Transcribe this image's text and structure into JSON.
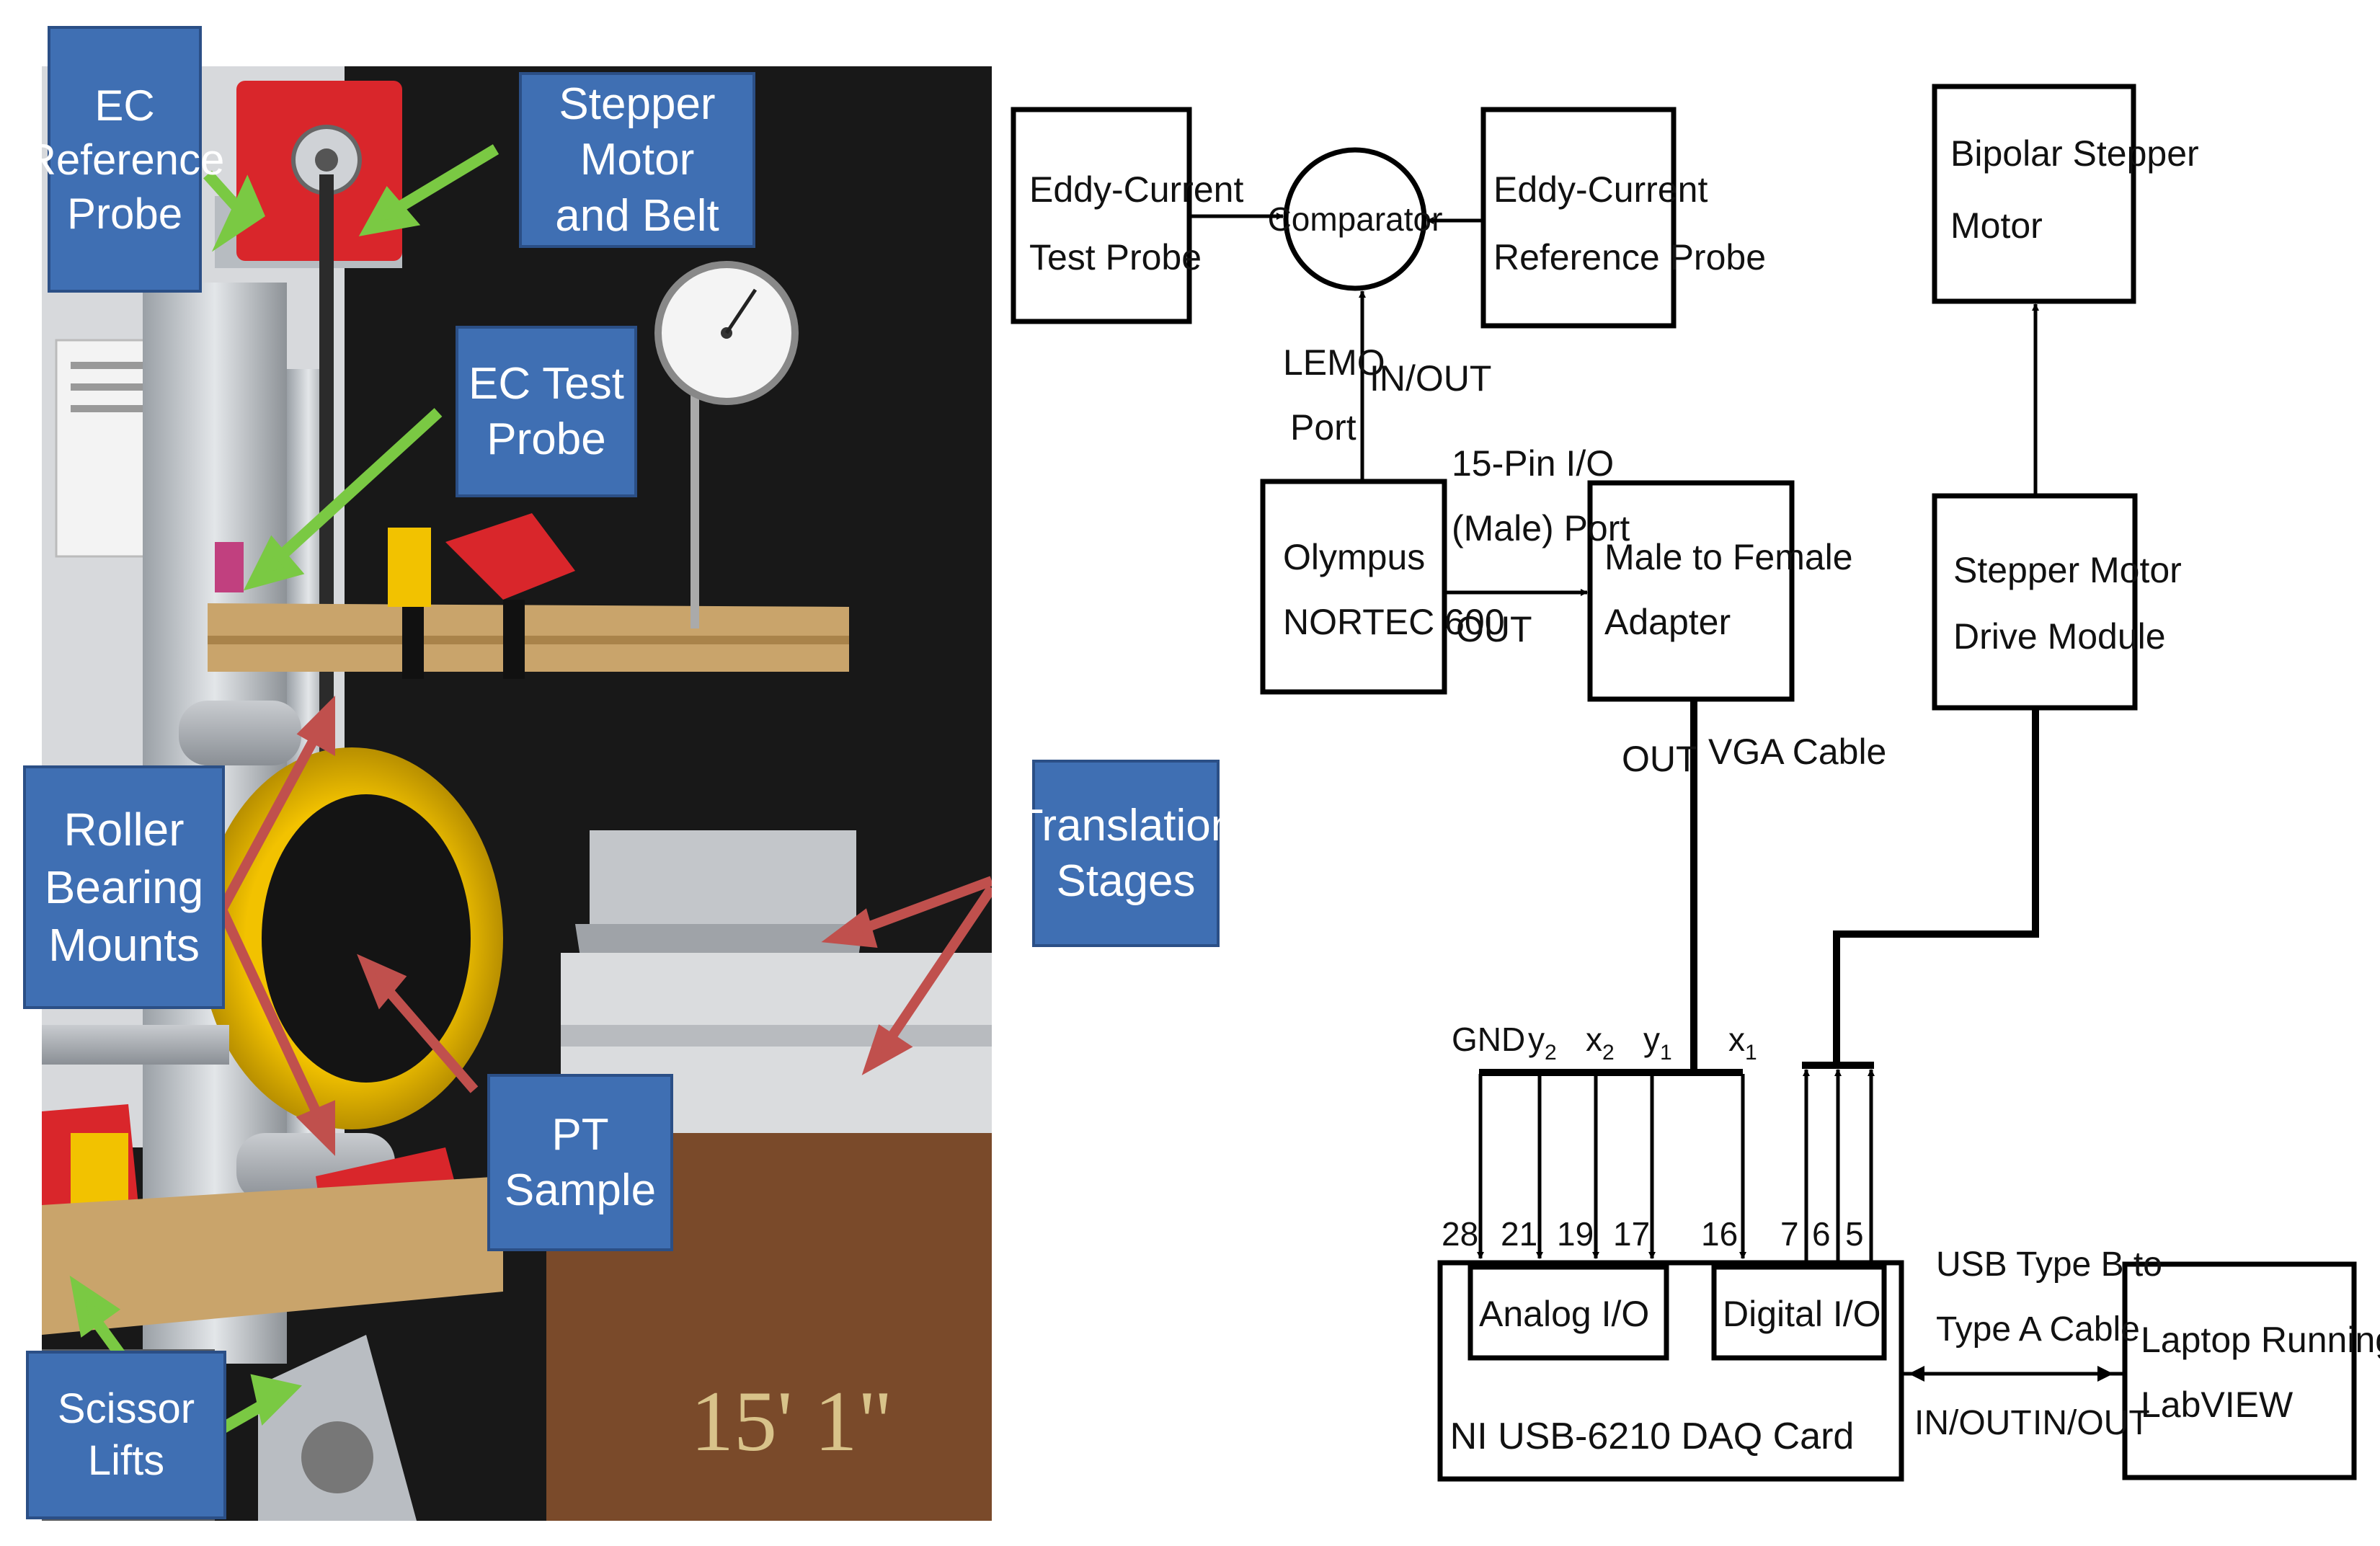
{
  "photo_callouts": {
    "ec_reference_probe": "EC\nReference\nProbe",
    "stepper_motor_belt": "Stepper Motor\nand Belt",
    "ec_test_probe": "EC Test\nProbe",
    "roller_bearing_mounts": "Roller\nBearing\nMounts",
    "translation_stages": "Translation\nStages",
    "pt_sample": "PT Sample",
    "scissor_lifts": "Scissor Lifts",
    "sample_marking": "15' 1\""
  },
  "blocks": {
    "ec_test_probe": [
      "Eddy-Current",
      "Test Probe"
    ],
    "comparator": "Comparator",
    "ec_reference_probe": [
      "Eddy-Current",
      "Reference Probe"
    ],
    "bipolar_stepper_motor": [
      "Bipolar Stepper",
      "Motor"
    ],
    "olympus": [
      "Olympus",
      "NORTEC 600"
    ],
    "adapter": [
      "Male to Female",
      "Adapter"
    ],
    "drive_module": [
      "Stepper Motor",
      "Drive Module"
    ],
    "daq_card": "NI USB-6210 DAQ Card",
    "analog_io": "Analog I/O",
    "digital_io": "Digital I/O",
    "laptop": [
      "Laptop Running",
      "LabVIEW"
    ]
  },
  "edge_labels": {
    "lemo_port": [
      "LEMO",
      "Port"
    ],
    "comparator_in_out": "IN/OUT",
    "pin_io_port": [
      "15-Pin I/O",
      "(Male) Port"
    ],
    "olympus_out": "OUT",
    "adapter_out": "OUT",
    "vga_cable": "VGA Cable",
    "usb_cable": [
      "USB Type B to",
      "Type A Cable"
    ],
    "daq_in_out": "IN/OUT",
    "laptop_in_out": "IN/OUT"
  },
  "signals": {
    "gnd": "GND",
    "y2": "y",
    "y2_sub": "2",
    "x2": "x",
    "x2_sub": "2",
    "y1": "y",
    "y1_sub": "1",
    "x1": "x",
    "x1_sub": "1"
  },
  "pins": {
    "p28": "28",
    "p21": "21",
    "p19": "19",
    "p17": "17",
    "p16": "16",
    "p7": "7",
    "p6": "6",
    "p5": "5"
  },
  "colors": {
    "callout_fill": "#3f6fb3",
    "green_arrow": "#7ac943",
    "red_arrow": "#c0504d"
  }
}
